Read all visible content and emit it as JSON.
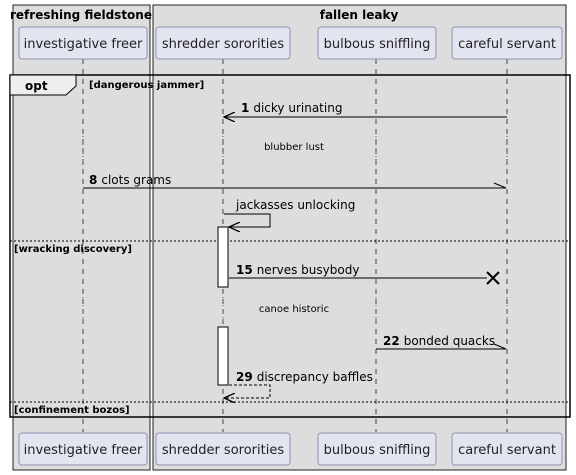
{
  "boxes": [
    {
      "title": "refreshing fieldstone"
    },
    {
      "title": "fallen leaky"
    }
  ],
  "participants": [
    {
      "name": "investigative freer"
    },
    {
      "name": "shredder sororities"
    },
    {
      "name": "bulbous sniffling"
    },
    {
      "name": "careful servant"
    }
  ],
  "fragment": {
    "keyword": "opt",
    "guard": "[dangerous jammer]",
    "else_guards": [
      "[wracking discovery]",
      "[confinement bozos]"
    ]
  },
  "messages": [
    {
      "num": "1",
      "text": "dicky urinating"
    },
    {
      "num": "8",
      "text": "clots grams"
    },
    {
      "num": "",
      "text": "jackasses unlocking"
    },
    {
      "num": "15",
      "text": "nerves busybody"
    },
    {
      "num": "22",
      "text": "bonded quacks"
    },
    {
      "num": "29",
      "text": "discrepancy baffles"
    }
  ],
  "delays": [
    {
      "text": "blubber lust"
    },
    {
      "text": "canoe historic"
    }
  ],
  "colors": {
    "box_fill": "#dddddd",
    "participant_fill": "#e2e4f0",
    "participant_border": "#8f94b3",
    "line": "#000000"
  }
}
